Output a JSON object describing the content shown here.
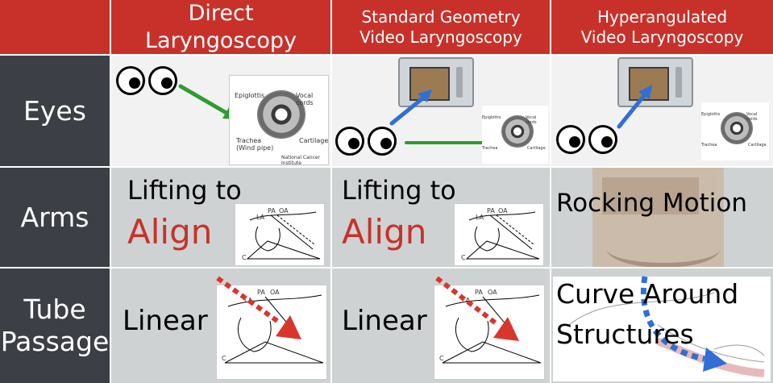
{
  "headers": {
    "col1": "Direct Laryngoscopy",
    "col2_line1": "Standard Geometry",
    "col2_line2": "Video Laryngoscopy",
    "col3_line1": "Hyperangulated",
    "col3_line2": "Video Laryngoscopy"
  },
  "rows": {
    "eyes": "Eyes",
    "arms": "Arms",
    "tube_line1": "Tube",
    "tube_line2": "Passage"
  },
  "arms": {
    "dl_line1": "Lifting to",
    "dl_line2": "Align",
    "sg_line1": "Lifting to",
    "sg_line2": "Align",
    "hyper": "Rocking Motion"
  },
  "tube": {
    "dl": "Linear",
    "sg": "Linear",
    "hyper_line1": "Curve Around",
    "hyper_line2": "Structures"
  },
  "larynx_labels": {
    "epiglottis": "Epiglottis",
    "vocal_cords": "Vocal cords",
    "trachea": "Trachea",
    "wind_pipe": "(Wind pipe)",
    "cartilage": "Cartilage",
    "credit": "National Cancer Institute"
  },
  "diagram_labels": {
    "pa": "PA",
    "oa": "OA",
    "la": "LA",
    "c": "C"
  },
  "icons": {
    "eyes": "googly-eyes-icon",
    "green_arrow": "green-arrow-icon",
    "blue_arrow": "blue-arrow-icon",
    "red_dashed_arrow": "red-dashed-arrow-icon",
    "blue_dashed_arrow": "blue-dashed-arrow-icon"
  },
  "colors": {
    "header": "#c8312a",
    "row_header": "#3c3f45",
    "accent_red": "#c8312a",
    "green": "#2e9c2f",
    "blue": "#2f6fd6"
  }
}
